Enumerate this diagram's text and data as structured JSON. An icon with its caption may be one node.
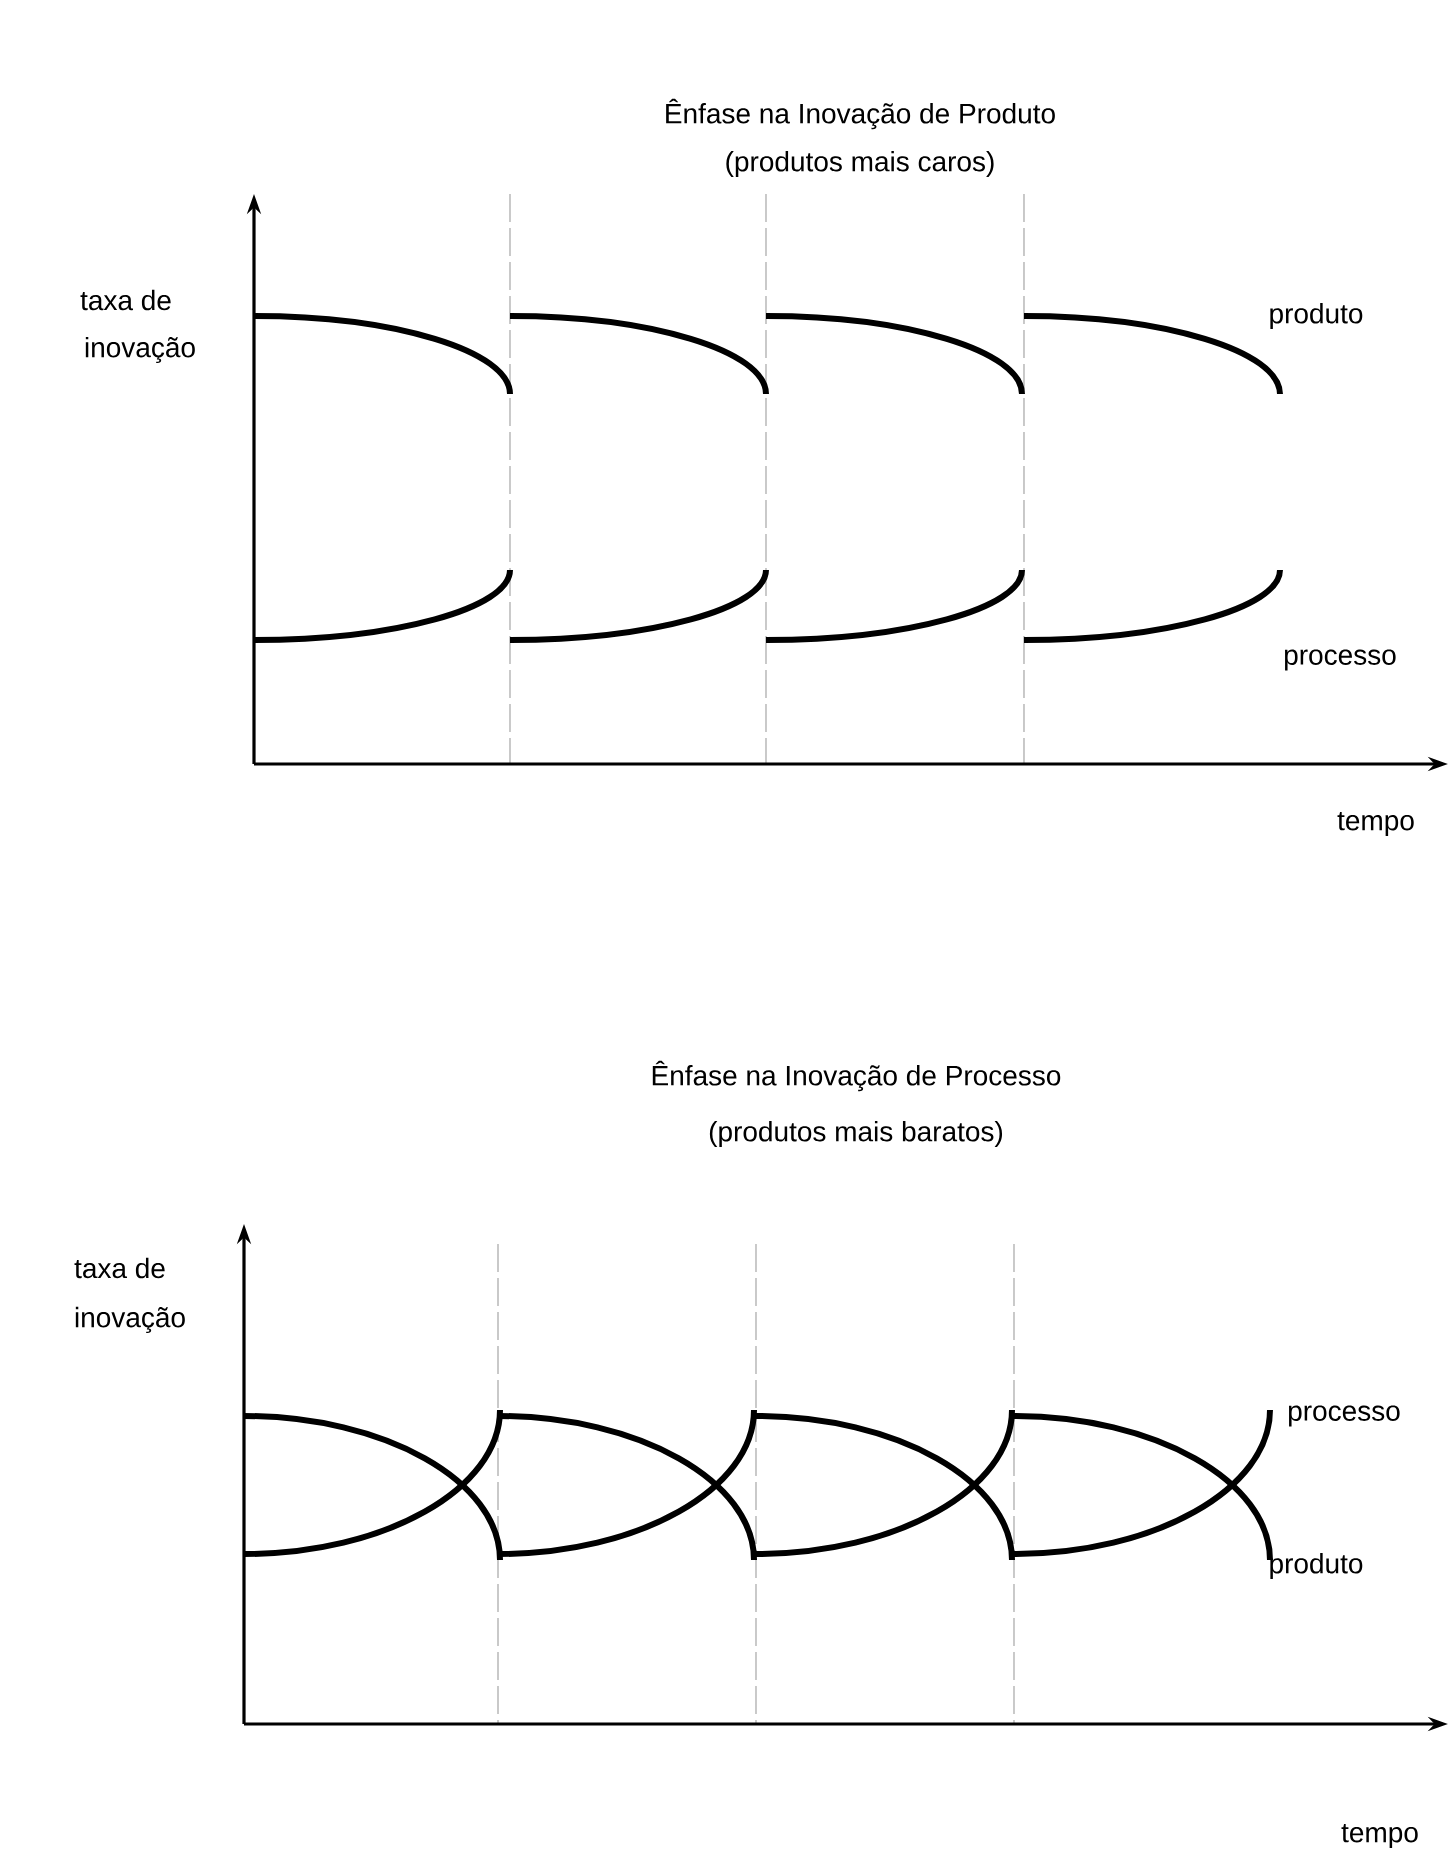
{
  "diagram": {
    "labels": [
      "Ênfase na Inovação de Produto",
      "(produtos mais caros)",
      "taxa de",
      "inovação",
      "produto",
      "processo",
      "tempo",
      "Ênfase na Inovação de Processo",
      "(produtos mais baratos)",
      "taxa de",
      "inovação",
      "processo",
      "produto",
      "tempo"
    ]
  }
}
